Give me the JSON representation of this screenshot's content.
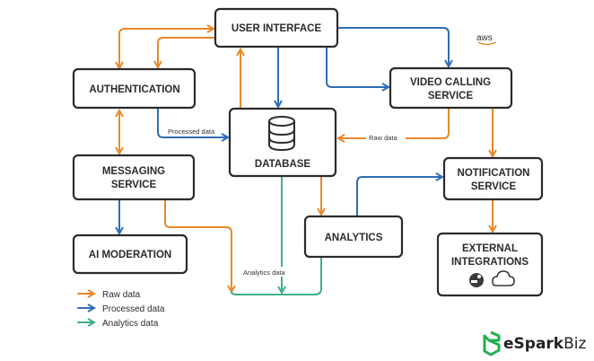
{
  "diagram": {
    "title": "",
    "nodes": [
      {
        "id": "ui",
        "lines": [
          "USER INTERFACE"
        ]
      },
      {
        "id": "auth",
        "lines": [
          "AUTHENTICATION"
        ]
      },
      {
        "id": "db",
        "lines": [
          "DATABASE"
        ],
        "icon": "database-icon"
      },
      {
        "id": "vcs",
        "lines": [
          "VIDEO CALLING",
          "SERVICE"
        ]
      },
      {
        "id": "msg",
        "lines": [
          "MESSAGING",
          "SERVICE"
        ]
      },
      {
        "id": "notif",
        "lines": [
          "NOTIFICATION",
          "SERVICE"
        ]
      },
      {
        "id": "analytics",
        "lines": [
          "ANALYTICS"
        ]
      },
      {
        "id": "aimod",
        "lines": [
          "AI MODERATION"
        ]
      },
      {
        "id": "ext",
        "lines": [
          "EXTERNAL",
          "INTEGRATIONS"
        ],
        "icons": [
          "chat-bubble-icon",
          "cloud-icon"
        ]
      }
    ],
    "edges": [
      {
        "from": "auth",
        "to": "ui",
        "type": "raw",
        "label": ""
      },
      {
        "from": "ui",
        "to": "auth",
        "type": "raw",
        "label": ""
      },
      {
        "from": "auth",
        "to": "msg",
        "type": "raw",
        "label": "",
        "bidirectional": true
      },
      {
        "from": "auth",
        "to": "db",
        "type": "processed",
        "label": "Processed data"
      },
      {
        "from": "db",
        "to": "ui",
        "type": "raw",
        "label": ""
      },
      {
        "from": "ui",
        "to": "db",
        "type": "processed",
        "label": ""
      },
      {
        "from": "ui",
        "to": "vcs",
        "type": "processed",
        "label": ""
      },
      {
        "from": "ui",
        "to": "vcs",
        "type": "processed",
        "label": ""
      },
      {
        "from": "vcs",
        "to": "db",
        "type": "raw",
        "label": "Raw data"
      },
      {
        "from": "vcs",
        "to": "notif",
        "type": "raw",
        "label": ""
      },
      {
        "from": "msg",
        "to": "aimod",
        "type": "processed",
        "label": ""
      },
      {
        "from": "msg",
        "to": "analytics-bus",
        "type": "raw",
        "label": ""
      },
      {
        "from": "db",
        "to": "analytics",
        "type": "raw",
        "label": ""
      },
      {
        "from": "db",
        "to": "analytics-bus",
        "type": "analytics",
        "label": "Analytics data"
      },
      {
        "from": "analytics",
        "to": "analytics-bus",
        "type": "analytics",
        "label": ""
      },
      {
        "from": "analytics",
        "to": "notif",
        "type": "processed",
        "label": ""
      },
      {
        "from": "notif",
        "to": "ext",
        "type": "raw",
        "label": ""
      }
    ],
    "edge_labels": {
      "processed": "Processed data",
      "raw": "Raw data",
      "analytics": "Analytics data"
    }
  },
  "legend": {
    "items": [
      {
        "label": "Raw data",
        "color": "#E8892B"
      },
      {
        "label": "Processed data",
        "color": "#2F6DB5"
      },
      {
        "label": "Analytics data",
        "color": "#3FAE8C"
      }
    ]
  },
  "colors": {
    "raw": "#E8892B",
    "processed": "#2F6DB5",
    "analytics": "#3FAE8C",
    "node_border": "#2B2B2B",
    "logo_green": "#1FAF4B",
    "aws_orange": "#E8892B"
  },
  "badges": {
    "aws": "aws"
  },
  "branding": {
    "logo_name_bold": "eSpark",
    "logo_name_light": "Biz"
  }
}
